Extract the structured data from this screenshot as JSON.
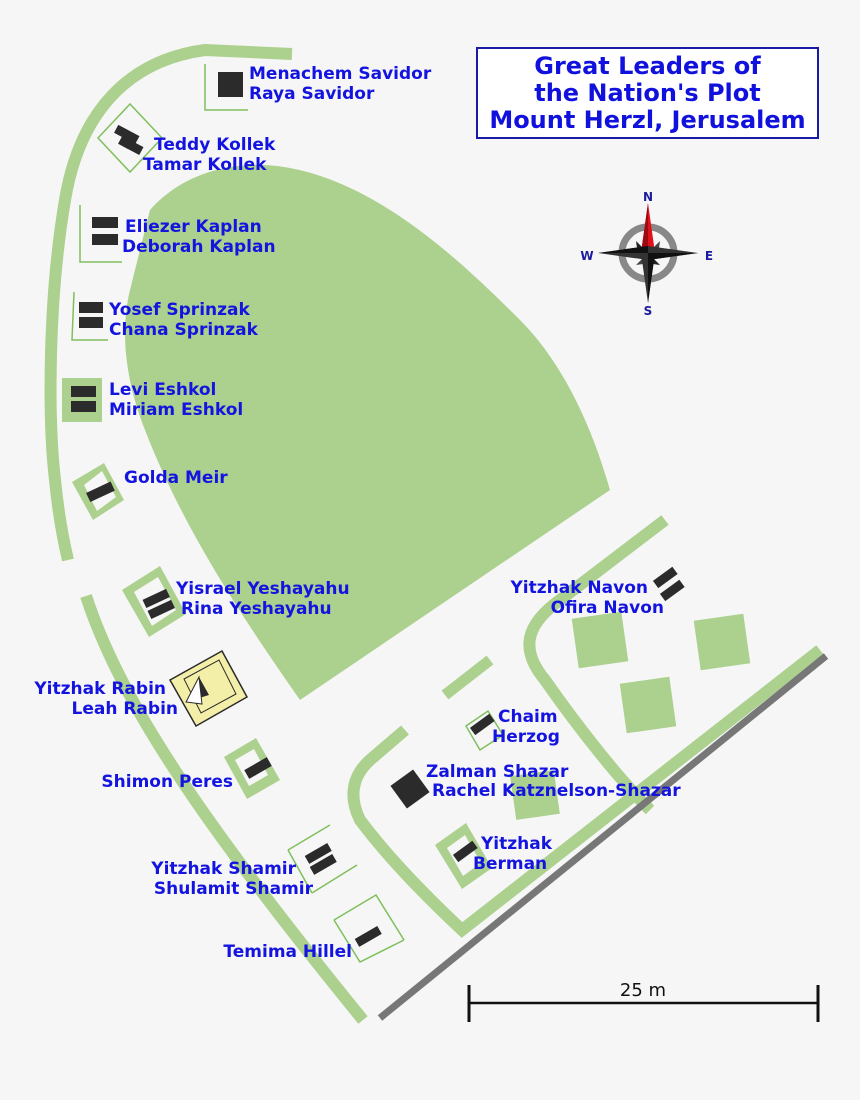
{
  "title": {
    "lines": [
      "Great Leaders of",
      "the Nation's Plot",
      "Mount Herzl, Jerusalem"
    ]
  },
  "compass": {
    "n": "N",
    "s": "S",
    "e": "E",
    "w": "W"
  },
  "scale": {
    "label": "25 m"
  },
  "graves": {
    "savidor": {
      "line1": "Menachem Savidor",
      "line2": "Raya Savidor"
    },
    "kollek": {
      "line1": "Teddy Kollek",
      "line2": "Tamar Kollek"
    },
    "kaplan": {
      "line1": "Eliezer Kaplan",
      "line2": "Deborah Kaplan"
    },
    "sprinzak": {
      "line1": "Yosef Sprinzak",
      "line2": "Chana Sprinzak"
    },
    "eshkol": {
      "line1": "Levi Eshkol",
      "line2": "Miriam Eshkol"
    },
    "meir": {
      "line1": "Golda Meir"
    },
    "yeshayahu": {
      "line1": "Yisrael Yeshayahu",
      "line2": "Rina Yeshayahu"
    },
    "rabin": {
      "line1": "Yitzhak Rabin",
      "line2": "Leah Rabin"
    },
    "peres": {
      "line1": "Shimon Peres"
    },
    "shamir": {
      "line1": "Yitzhak Shamir",
      "line2": "Shulamit Shamir"
    },
    "hillel": {
      "line1": "Temima Hillel"
    },
    "navon": {
      "line1": "Yitzhak Navon",
      "line2": "Ofira Navon"
    },
    "herzog": {
      "line1": "Chaim",
      "line2": "Herzog"
    },
    "shazar": {
      "line1": "Zalman Shazar",
      "line2": "Rachel Katznelson-Shazar"
    },
    "berman": {
      "line1": "Yitzhak",
      "line2": "Berman"
    }
  },
  "colors": {
    "path": "#acd08e",
    "lawn": "#acd08e",
    "plot_border": "#7fbf5c",
    "stone": "#2b2b2b",
    "wall": "#777777",
    "label": "#1414e0",
    "compass_red": "#e0101a"
  }
}
